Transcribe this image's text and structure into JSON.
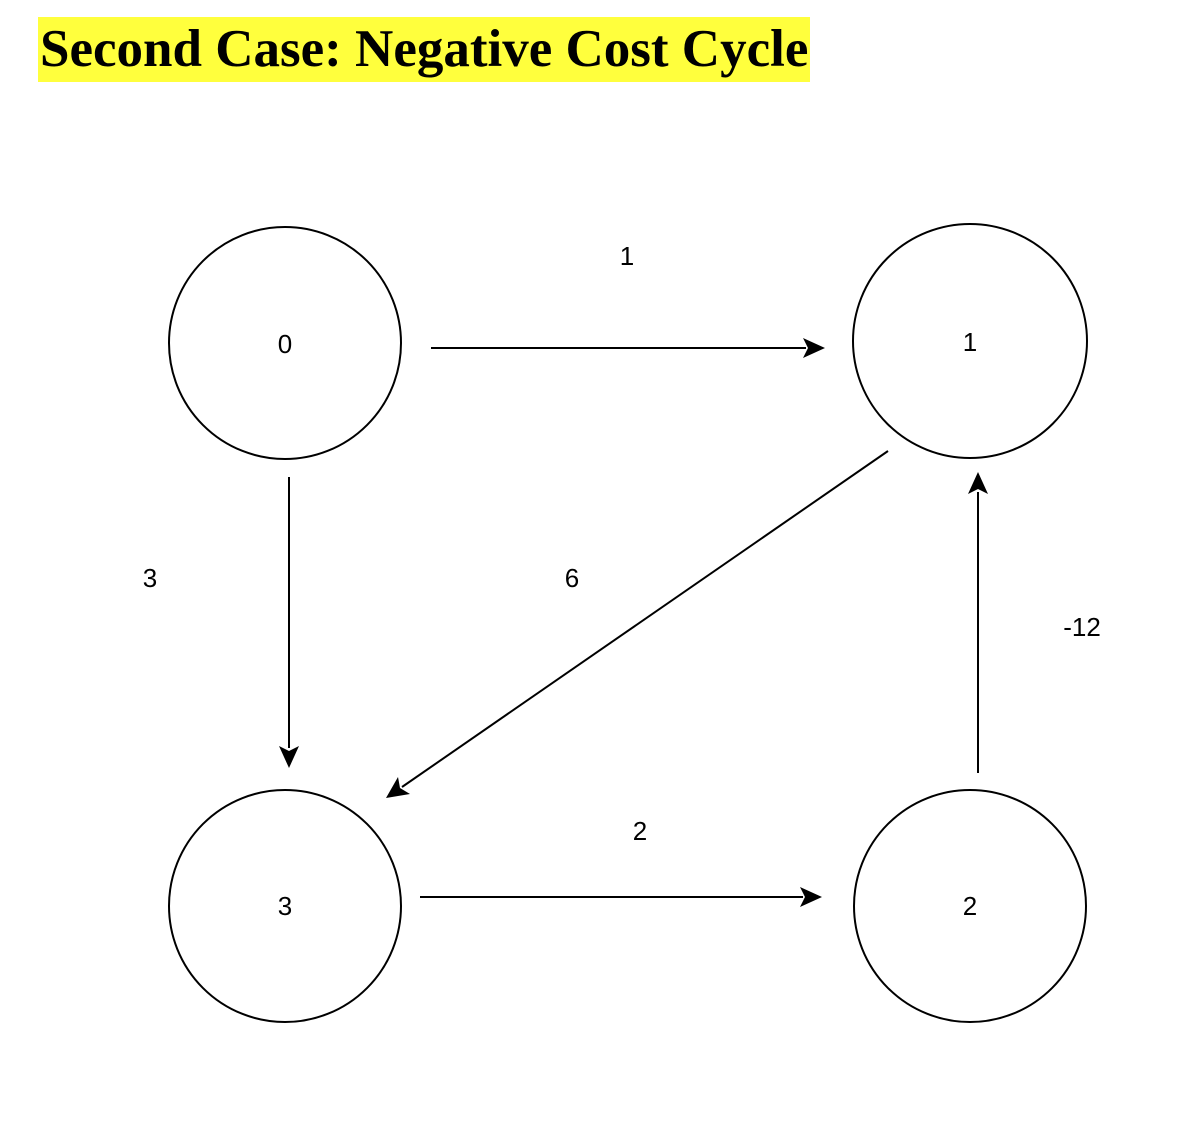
{
  "title": "Second Case: Negative Cost Cycle",
  "graph": {
    "nodes": [
      {
        "id": "0",
        "label": "0"
      },
      {
        "id": "1",
        "label": "1"
      },
      {
        "id": "2",
        "label": "2"
      },
      {
        "id": "3",
        "label": "3"
      }
    ],
    "edges": [
      {
        "from": "0",
        "to": "1",
        "weight": "1"
      },
      {
        "from": "0",
        "to": "3",
        "weight": "3"
      },
      {
        "from": "1",
        "to": "3",
        "weight": "6"
      },
      {
        "from": "2",
        "to": "1",
        "weight": "-12"
      },
      {
        "from": "3",
        "to": "2",
        "weight": "2"
      }
    ]
  }
}
